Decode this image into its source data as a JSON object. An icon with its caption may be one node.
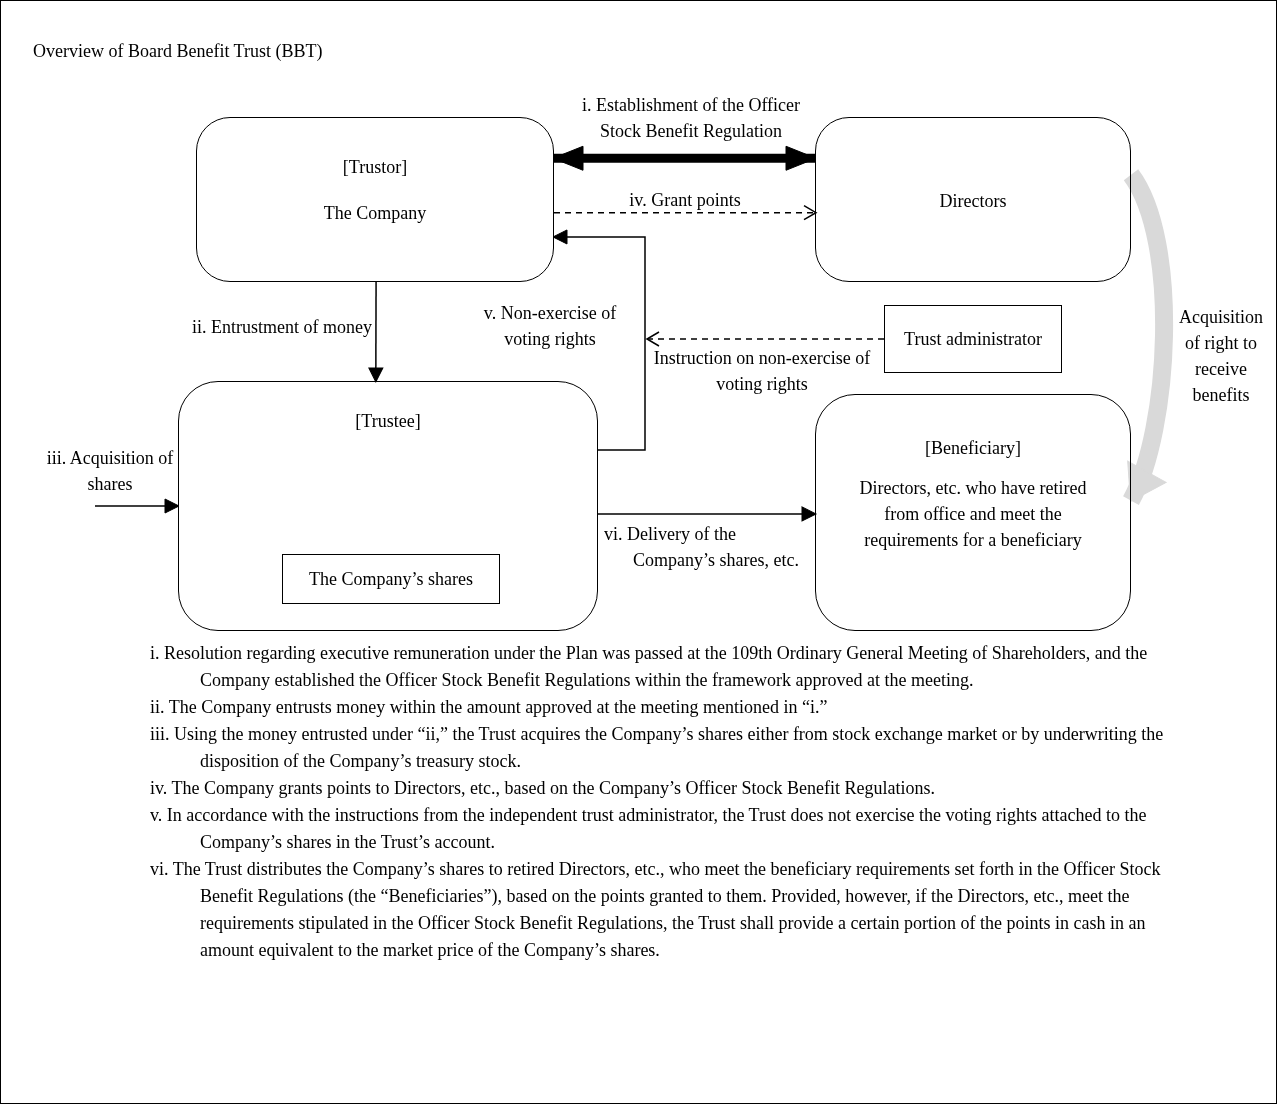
{
  "diagram": {
    "title": "Overview of Board Benefit Trust (BBT)",
    "nodes": [
      {
        "text": [
          "[Trustor]",
          "The Company"
        ]
      },
      {
        "text": [
          "Directors"
        ]
      },
      {
        "text": [
          "Trust administrator"
        ]
      },
      {
        "text": [
          "[Trustee]"
        ]
      },
      {
        "text": [
          "The Company’s shares"
        ],
        "in": 3
      },
      {
        "text": [
          "[Beneficiary]",
          "Directors, etc. who have retired from office and meet the requirements for a beneficiary"
        ]
      }
    ],
    "edges": [
      {
        "from": 0,
        "to": 1,
        "arrow": "both",
        "style": "thick",
        "label": "i. Establishment of the Officer Stock Benefit Regulation"
      },
      {
        "from": 0,
        "to": 1,
        "arrow": "to",
        "style": "dashed",
        "label": "iv. Grant points"
      },
      {
        "from": 0,
        "to": 3,
        "arrow": "to",
        "label": "ii. Entrustment of money"
      },
      {
        "from": 3,
        "to": 0,
        "arrow": "to",
        "label": "v. Non-exercise of voting rights"
      },
      {
        "from": 2,
        "to": null,
        "arrow": "to",
        "style": "dashed",
        "label": "Instruction on non-exercise of voting rights"
      },
      {
        "from": null,
        "to": 3,
        "arrow": "to",
        "label": "iii. Acquisition of shares"
      },
      {
        "from": 3,
        "to": 5,
        "arrow": "to",
        "label": "vi. Delivery of the Company’s shares, etc."
      },
      {
        "from": 1,
        "to": 5,
        "arrow": "to",
        "style": "thick",
        "color": "#d9d9d9",
        "label": "Acquisition of right to receive benefits"
      }
    ],
    "labels": [
      "i. Resolution regarding executive remuneration under the Plan was passed at the 109th Ordinary General Meeting of Shareholders, and the Company established the Officer Stock Benefit Regulations within the framework approved at the meeting.",
      "ii. The Company entrusts money within the amount approved at the meeting mentioned in “i.”",
      "iii. Using the money entrusted under “ii,” the Trust acquires the Company’s shares either from stock exchange market or by underwriting the disposition of the Company’s treasury stock.",
      "iv. The Company grants points to Directors, etc., based on the Company’s Officer Stock Benefit Regulations.",
      "v. In accordance with the instructions from the independent trust administrator, the Trust does not exercise the voting rights attached to the Company’s shares in the Trust’s account.",
      "vi. The Trust distributes the Company’s shares to retired Directors, etc., who meet the beneficiary requirements set forth in the Officer Stock Benefit Regulations (the “Beneficiaries”), based on the points granted to them. Provided, however, if the Directors, etc., meet the requirements stipulated in the Officer Stock Benefit Regulations, the Trust shall provide a certain portion of the points in cash in an amount equivalent to the market price of the Company’s shares."
    ]
  }
}
